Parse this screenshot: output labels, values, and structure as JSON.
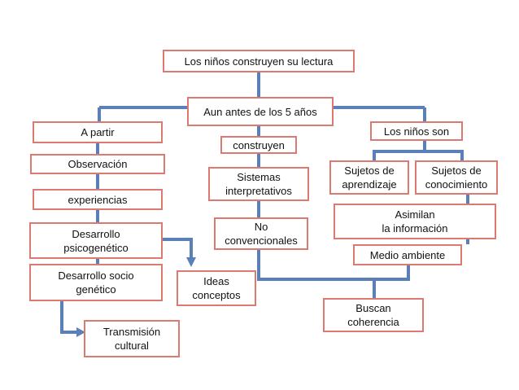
{
  "colors": {
    "box_border": "#dc7a72",
    "connector": "#5b80b7"
  },
  "nodes": {
    "root": "Los niños construyen su  lectura",
    "before_five": "Aun antes de los 5 años",
    "a_partir": "A partir",
    "observacion": "Observación",
    "experiencias": "experiencias",
    "desarrollo_psico": "Desarrollo\npsicogenético",
    "desarrollo_socio": "Desarrollo socio\ngenético",
    "transmision": "Transmisión\ncultural",
    "construyen": "construyen",
    "sistemas": "Sistemas\ninterpretativos",
    "no_convencionales": "No\nconvencionales",
    "ideas": "Ideas\nconceptos",
    "buscan": "Buscan\ncoherencia",
    "ninos_son": "Los niños son",
    "sujetos_aprendizaje": "Sujetos de\naprendizaje",
    "sujetos_conocimiento": "Sujetos de\nconocimiento",
    "asimilan": "Asimilan\nla información",
    "medio": "Medio ambiente"
  }
}
